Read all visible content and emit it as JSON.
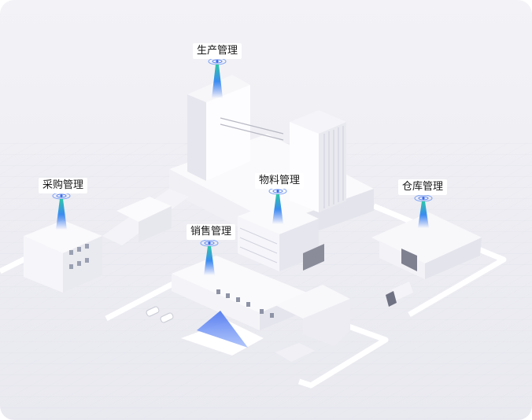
{
  "labels": {
    "production": "生产管理",
    "procurement": "采购管理",
    "materials": "物料管理",
    "warehouse": "仓库管理",
    "sales": "销售管理"
  },
  "colors": {
    "accent": "#3a6df0",
    "beam": "#2ec5a8",
    "glass": "#5b84f5"
  }
}
